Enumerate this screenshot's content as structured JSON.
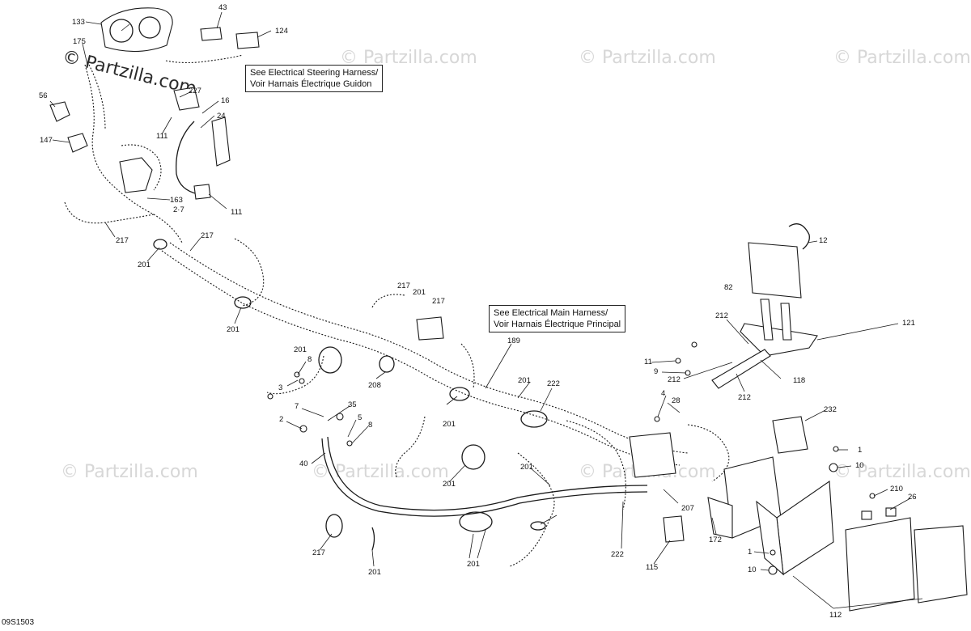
{
  "diagram_code": "09S1503",
  "watermark": "Partzilla.com",
  "callouts": {
    "steering": [
      "See Electrical Steering Harness/",
      "Voir Harnais Électrique Guidon"
    ],
    "main": [
      "See Electrical Main Harness/",
      "Voir Harnais Électrique Principal"
    ]
  },
  "labels": [
    "133",
    "43",
    "124",
    "175",
    "227",
    "16",
    "24",
    "56",
    "111",
    "147",
    "163",
    "2·7",
    "111",
    "217",
    "217",
    "201",
    "201",
    "217",
    "201",
    "217",
    "12",
    "82",
    "212",
    "121",
    "201",
    "189",
    "8",
    "3",
    "208",
    "11",
    "9",
    "212",
    "118",
    "7",
    "35",
    "2",
    "5",
    "8",
    "201",
    "222",
    "4",
    "28",
    "212",
    "201",
    "232",
    "40",
    "1",
    "10",
    "201",
    "201",
    "207",
    "210",
    "26",
    "172",
    "217",
    "201",
    "222",
    "201",
    "115",
    "1",
    "10",
    "112"
  ],
  "colors": {
    "line": "#1a1a1a",
    "watermark": "#d7d7d7",
    "background": "#ffffff"
  }
}
